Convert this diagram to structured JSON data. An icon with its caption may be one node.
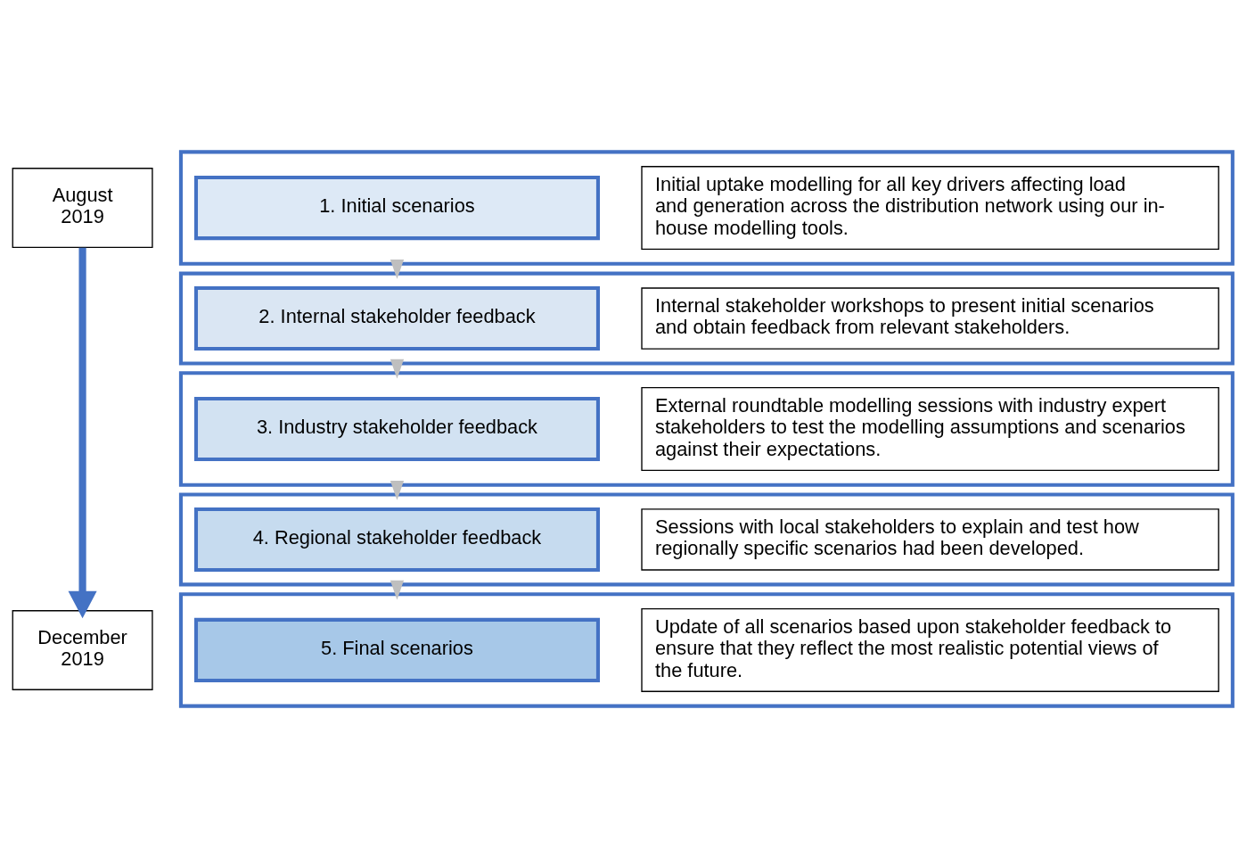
{
  "diagram": {
    "nodes": [
      {
        "text": [
          "August 2019"
        ]
      },
      {
        "text": [
          "December 2019"
        ]
      },
      {
        "text": [],
        "shape": "box"
      },
      {
        "text": [
          "1. Initial scenarios"
        ],
        "in": 2
      },
      {
        "text": [
          "Initial uptake modelling for all key drivers affecting load and generation across the distribution network using our in-house modelling tools."
        ],
        "in": 2
      },
      {
        "text": [],
        "shape": "box"
      },
      {
        "text": [
          "2. Internal stakeholder feedback"
        ],
        "in": 5
      },
      {
        "text": [
          "Internal stakeholder workshops to present initial scenarios and obtain feedback from relevant stakeholders."
        ],
        "in": 5
      },
      {
        "text": [],
        "shape": "box"
      },
      {
        "text": [
          "3. Industry stakeholder feedback"
        ],
        "in": 8
      },
      {
        "text": [
          "External roundtable modelling sessions with industry expert stakeholders to test the modelling assumptions and scenarios against their expectations."
        ],
        "in": 8
      },
      {
        "text": [],
        "shape": "box"
      },
      {
        "text": [
          "4. Regional stakeholder feedback"
        ],
        "in": 11
      },
      {
        "text": [
          "Sessions with local stakeholders to explain and test how regionally specific scenarios had been developed."
        ],
        "in": 11
      },
      {
        "text": [],
        "shape": "box"
      },
      {
        "text": [
          "5. Final scenarios"
        ],
        "in": 14
      },
      {
        "text": [
          "Update of all scenarios based upon stakeholder feedback to ensure that they reflect the most realistic potential views of the future."
        ],
        "in": 14
      }
    ],
    "edges": [
      {
        "from": 0,
        "to": 1,
        "arrow": "to",
        "style": "thick",
        "color": "#4472c4"
      },
      {
        "from": 2,
        "to": 5,
        "arrow": "to"
      },
      {
        "from": 5,
        "to": 8,
        "arrow": "to"
      },
      {
        "from": 8,
        "to": 11,
        "arrow": "to"
      },
      {
        "from": 11,
        "to": 14,
        "arrow": "to"
      }
    ]
  }
}
